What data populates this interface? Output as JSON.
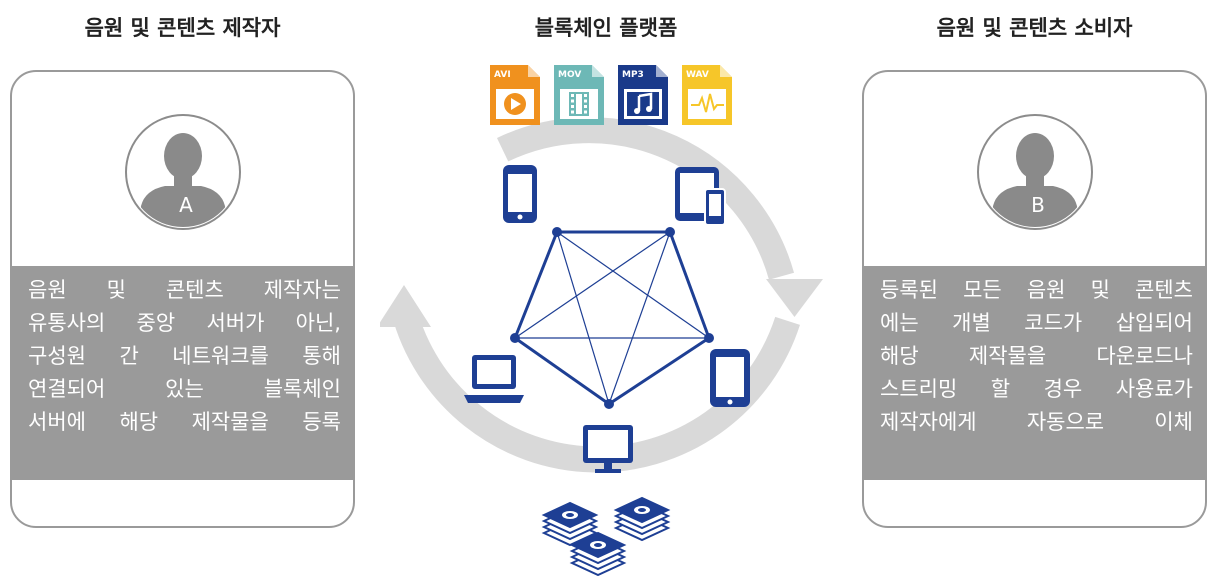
{
  "headings": {
    "producer": "음원 및 콘텐츠 제작자",
    "platform": "블록체인 플랫폼",
    "consumer": "음원 및 콘텐츠 소비자"
  },
  "producer": {
    "avatar_letter": "A",
    "description_lines": [
      "음원 및 콘텐츠 제작자는",
      "유통사의 중앙 서버가 아닌,",
      "구성원 간 네트워크를 통해",
      "연결되어 있는 블록체인",
      "서버에 해당 제작물을 등록"
    ]
  },
  "consumer": {
    "avatar_letter": "B",
    "description_lines": [
      "등록된 모든 음원 및 콘텐츠",
      "에는 개별 코드가 삽입되어",
      "해당 제작물을 다운로드나",
      "스트리밍 할 경우 사용료가",
      "제작자에게 자동으로 이체"
    ]
  },
  "file_icons": [
    {
      "label": "AVI",
      "color": "#f0911e"
    },
    {
      "label": "MOV",
      "color": "#6db8b6"
    },
    {
      "label": "MP3",
      "color": "#1a3a8a"
    },
    {
      "label": "WAV",
      "color": "#f6c629"
    }
  ],
  "colors": {
    "network": "#1e3f94",
    "cycle_arrows": "#d9d9d9",
    "panel_fill": "#9a9a9a"
  }
}
